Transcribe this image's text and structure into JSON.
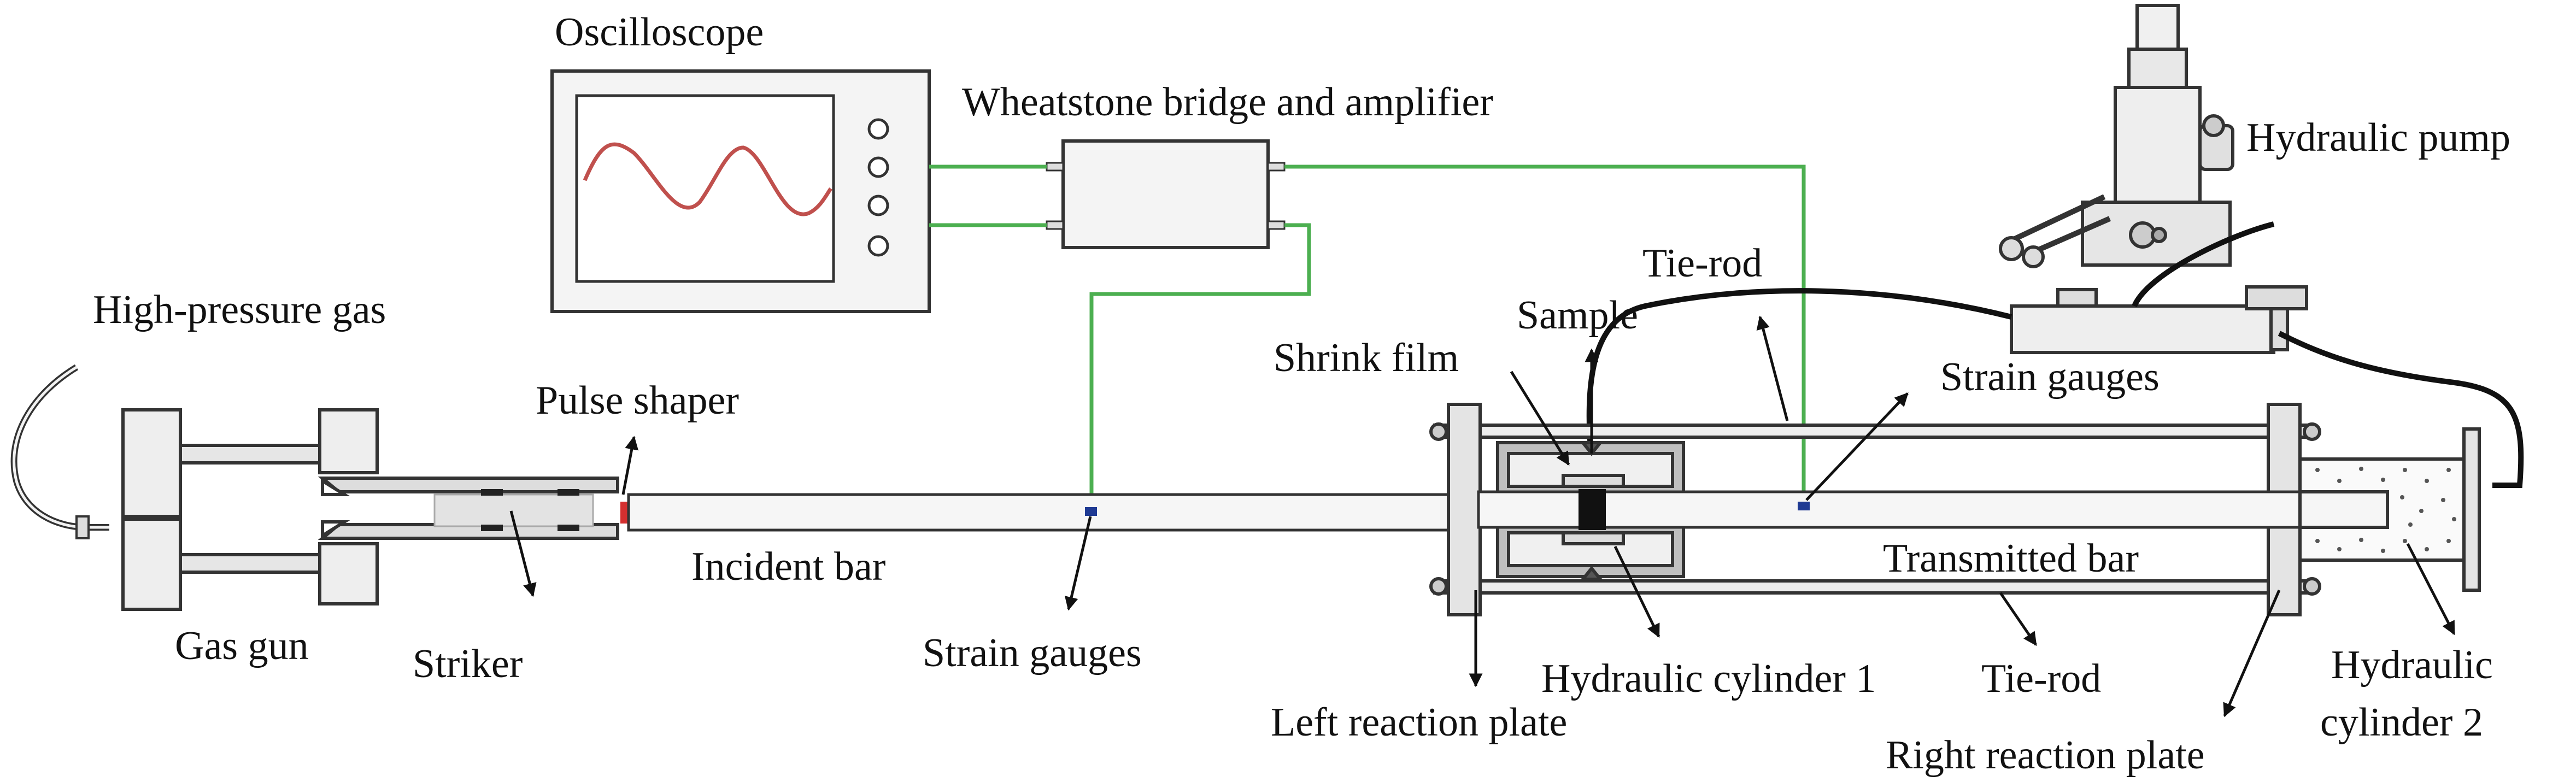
{
  "labels": {
    "oscilloscope": "Oscilloscope",
    "wheatstone": "Wheatstone bridge and amplifier",
    "hydraulic_pump": "Hydraulic pump",
    "high_pressure_gas": "High-pressure gas",
    "tie_rod_top": "Tie-rod",
    "sample": "Sample",
    "shrink_film": "Shrink film",
    "strain_gauges_right": "Strain gauges",
    "pulse_shaper": "Pulse shaper",
    "incident_bar": "Incident bar",
    "transmitted_bar": "Transmitted bar",
    "gas_gun": "Gas gun",
    "striker": "Striker",
    "strain_gauges_left": "Strain gauges",
    "hydraulic_cylinder_1": "Hydraulic cylinder 1",
    "tie_rod_bottom": "Tie-rod",
    "left_reaction_plate": "Left reaction plate",
    "hydraulic_cylinder_2_line1": "Hydraulic",
    "hydraulic_cylinder_2_line2": "cylinder 2",
    "right_reaction_plate": "Right reaction plate"
  },
  "colors": {
    "signal_wire": "#4caf50",
    "waveform": "#c0504d",
    "strain_gauge": "#1f3a93",
    "outline": "#333333",
    "panel_fill": "#f2f2f2",
    "hose": "#111111"
  }
}
